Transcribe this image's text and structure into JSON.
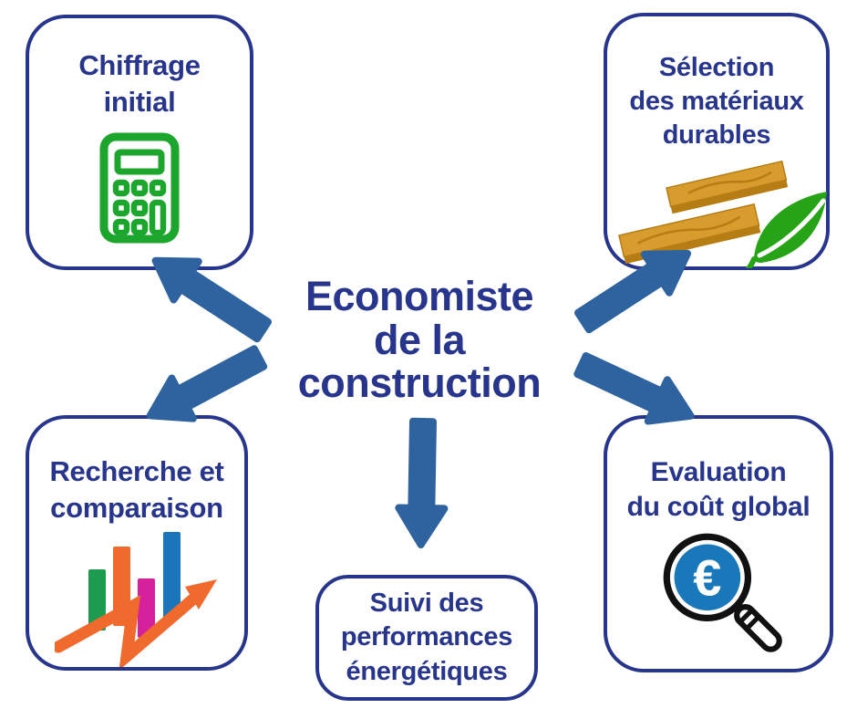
{
  "title": "Economiste\nde la\nconstruction",
  "nodes": {
    "chiffrage_initial": {
      "label": "Chiffrage\ninitial",
      "icon": "calculator"
    },
    "selection_materiaux": {
      "label": "Sélection\ndes matériaux\ndurables",
      "icon": "wood-planks-and-leaf"
    },
    "recherche_comparaison": {
      "label": "Recherche et\ncomparaison",
      "icon": "bar-chart-trend"
    },
    "evaluation_cout": {
      "label": "Evaluation\ndu coût global",
      "icon": "magnifier-euro"
    },
    "suivi_performances": {
      "label": "Suivi des\nperformances\nénergétiques",
      "icon": "none"
    }
  },
  "icon_glyphs": {
    "euro_symbol": "€"
  },
  "colors": {
    "navy": "#28358c",
    "arrow_blue": "#2e639f",
    "calculator_green": "#1ca62e",
    "leaf_green": "#27a317",
    "wood_amber": "#d89b2d",
    "wood_dark": "#b57d14",
    "bar_green": "#1d9b4e",
    "bar_orange": "#f16a2d",
    "bar_magenta": "#d6219c",
    "bar_blue": "#1b75bb",
    "lens_blue": "#1878ba",
    "outline_black": "#111111"
  }
}
